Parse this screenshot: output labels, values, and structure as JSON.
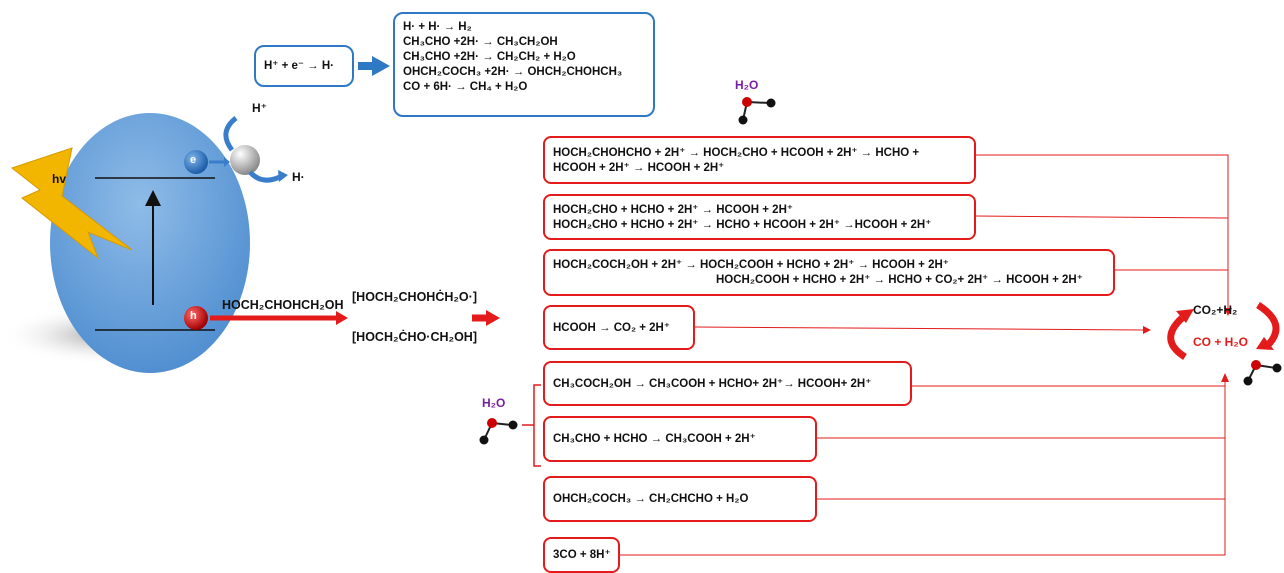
{
  "labels": {
    "hv": "hv",
    "electron": "e",
    "hole": "h",
    "proton_top": "H⁺",
    "h_radical": "H·",
    "glycerol": "HOCH₂CHOHCH₂OH",
    "radical_1": "[HOCH₂CHOHĊH₂O·]",
    "radical_2": "[HOCH₂ĊHO·CH₂OH]",
    "water_top": "H₂O",
    "water_left": "H₂O",
    "product_co2_h2": "CO₂+H₂",
    "product_co_h2o": "CO + H₂O"
  },
  "reduction": {
    "trigger": "H⁺ + e⁻ → H·",
    "reactions": [
      "H· + H· → H₂",
      "CH₃CHO +2H· → CH₃CH₂OH",
      "CH₃CHO +2H· → CH₂CH₂ + H₂O",
      "OHCH₂COCH₃ +2H· → OHCH₂CHOHCH₃",
      "CO + 6H· → CH₄ + H₂O"
    ]
  },
  "oxidation_boxes": [
    [
      "HOCH₂CHOHCHO + 2H⁺ → HOCH₂CHO + HCOOH + 2H⁺ → HCHO +",
      "HCOOH + 2H⁺ → HCOOH + 2H⁺"
    ],
    [
      "HOCH₂CHO + HCHO + 2H⁺ → HCOOH + 2H⁺",
      "HOCH₂CHO + HCHO + 2H⁺ → HCHO + HCOOH + 2H⁺ →HCOOH + 2H⁺"
    ],
    [
      "HOCH₂COCH₂OH + 2H⁺ → HOCH₂COOH + HCHO + 2H⁺ → HCOOH + 2H⁺",
      "HOCH₂COOH + HCHO + 2H⁺ → HCHO + CO₂+ 2H⁺ → HCOOH + 2H⁺"
    ],
    [
      "HCOOH → CO₂ + 2H⁺"
    ],
    [
      "CH₃COCH₂OH → CH₃COOH + HCHO+ 2H⁺→ HCOOH+ 2H⁺"
    ],
    [
      "CH₃CHO + HCHO → CH₃COOH + 2H⁺"
    ],
    [
      "OHCH₂COCH₃ → CH₂CHCHO + H₂O"
    ],
    [
      "3CO + 8H⁺"
    ]
  ],
  "colors": {
    "box_red": "#e31b1b",
    "box_blue": "#2f78c4",
    "particle": "#3a7ecb",
    "oxygen": "#cc0000",
    "lightning": "#f2b600"
  }
}
